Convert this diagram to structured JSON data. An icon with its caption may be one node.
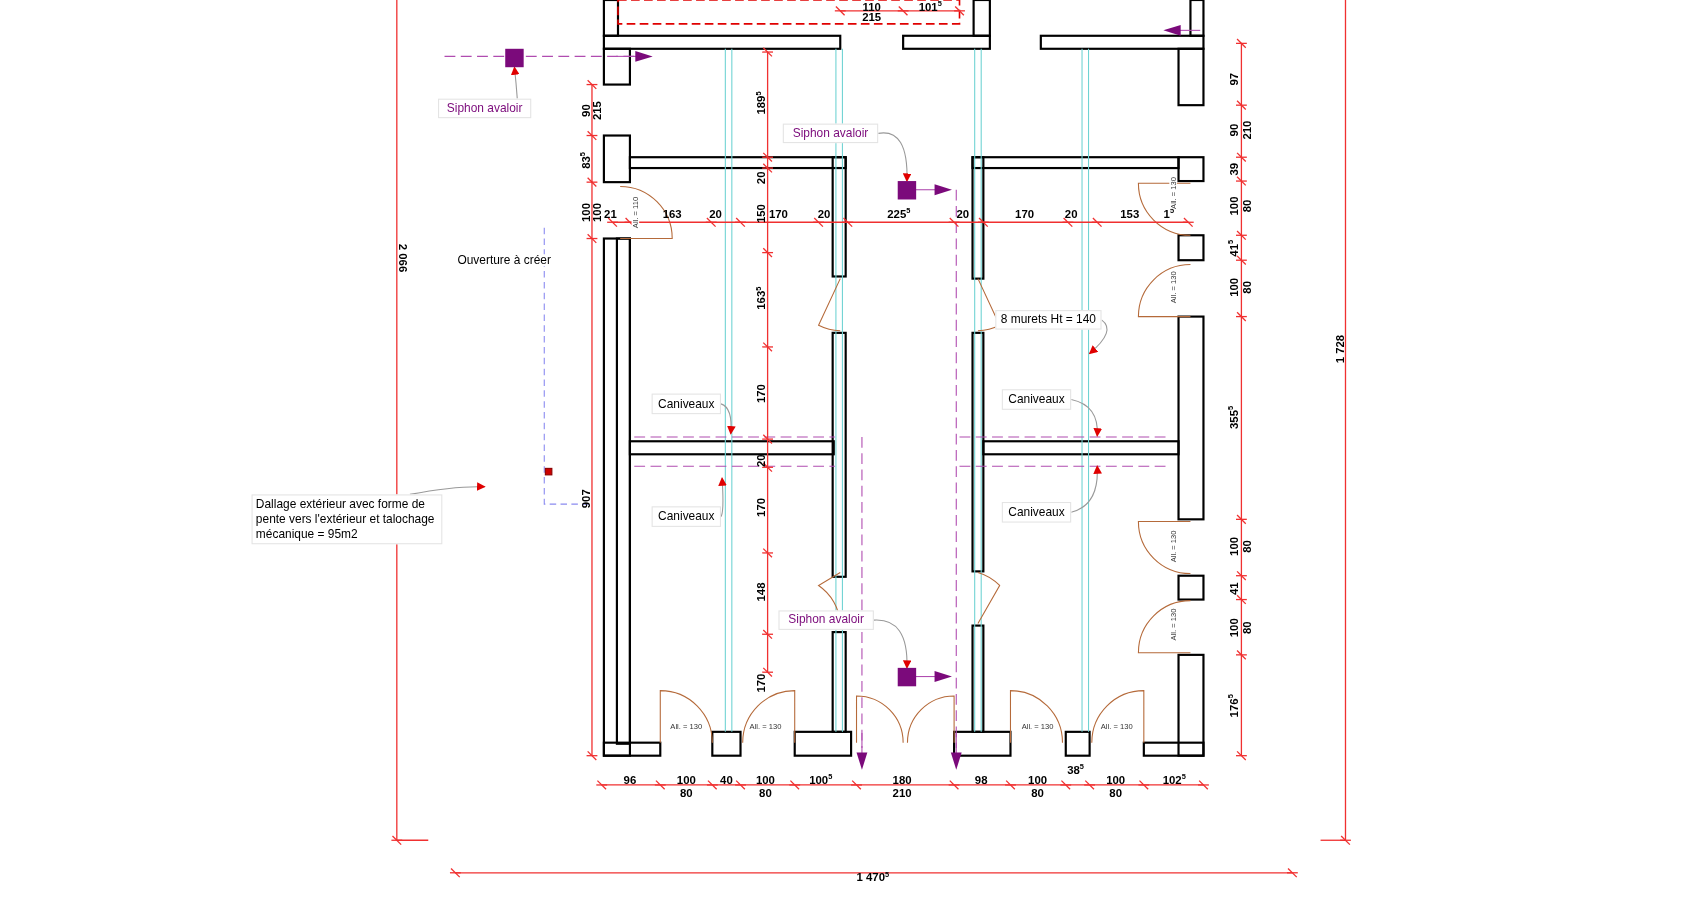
{
  "diagram": {
    "nodes": [
      {
        "text": [
          "Siphon avaloir"
        ]
      },
      {
        "text": [],
        "shape": "box"
      },
      {
        "text": [
          "Siphon avaloir"
        ]
      },
      {
        "text": [],
        "shape": "box"
      },
      {
        "text": [
          "8 murets Ht = 140"
        ]
      },
      {
        "text": [
          "Caniveaux"
        ]
      },
      {
        "text": [
          "Caniveaux"
        ]
      },
      {
        "text": [
          "Caniveaux"
        ]
      },
      {
        "text": [
          "Caniveaux"
        ]
      },
      {
        "text": [
          "Dallage extérieur avec forme de pente vers l'extérieur et talochage mécanique = 95m2"
        ]
      },
      {
        "text": [
          "Siphon avaloir"
        ]
      },
      {
        "text": [],
        "shape": "box"
      }
    ],
    "edges": [
      {
        "from": 0,
        "to": 1,
        "arrow": "to"
      },
      {
        "from": 2,
        "to": 3,
        "arrow": "to"
      },
      {
        "from": 4,
        "to": null,
        "arrow": "to"
      },
      {
        "from": 5,
        "to": null,
        "arrow": "to"
      },
      {
        "from": 6,
        "to": null,
        "arrow": "to"
      },
      {
        "from": 7,
        "to": null,
        "arrow": "to"
      },
      {
        "from": 8,
        "to": null,
        "arrow": "to"
      },
      {
        "from": 9,
        "to": null,
        "arrow": "to"
      },
      {
        "from": 10,
        "to": 11,
        "arrow": "to"
      }
    ],
    "labels": [
      "110",
      "101$^{5}$",
      "215",
      "90",
      "215",
      "83$^{5}$",
      "100",
      "100",
      "907",
      "2 066",
      "21",
      "163",
      "20",
      "150",
      "170",
      "20",
      "225$^{5}$",
      "20",
      "170",
      "20",
      "153",
      "1$^{5}$",
      "189$^{5}$",
      "20",
      "163$^{5}$",
      "170",
      "20",
      "170",
      "148",
      "170",
      "97",
      "90",
      "210",
      "39",
      "100",
      "80",
      "41$^{5}$",
      "100",
      "80",
      "355$^{5}$",
      "100",
      "80",
      "41",
      "100",
      "80",
      "176$^{5}$",
      "1 728",
      "96",
      "100",
      "80",
      "40",
      "100",
      "80",
      "100$^{5}$",
      "180",
      "210",
      "98",
      "100",
      "80",
      "38$^{5}$",
      "100",
      "80",
      "102$^{5}$",
      "1 470$^{5}$",
      "All. = 110",
      "All. = 130",
      "All. = 130",
      "All. = 130",
      "All. = 130",
      "All. = 130",
      "All. = 130",
      "All. = 130",
      "All. = 130",
      "Ouverture à créer"
    ]
  }
}
